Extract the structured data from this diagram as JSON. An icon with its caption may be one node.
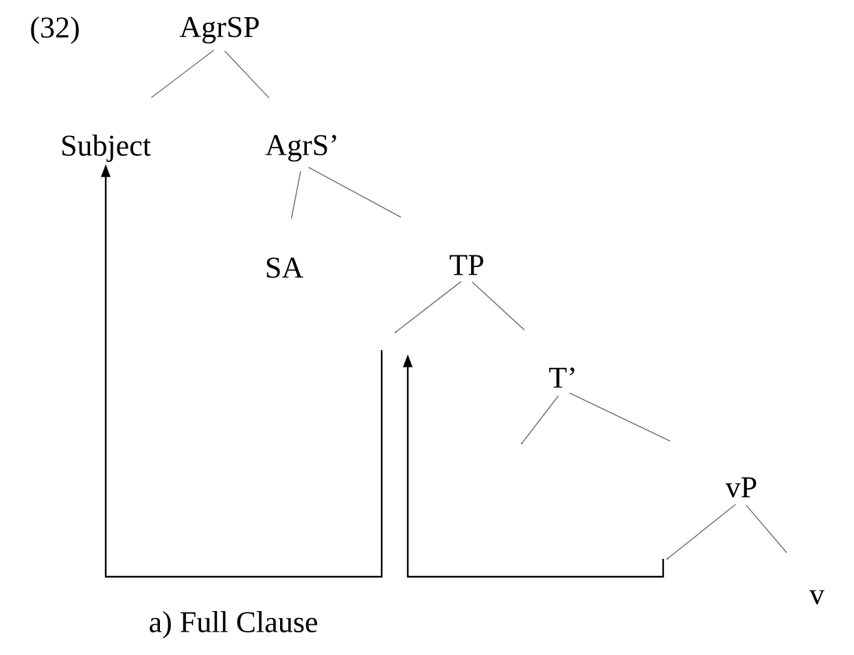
{
  "diagram": {
    "caption": "a)  Full Clause",
    "nodes": [
      {
        "text": [
          "AgrSP"
        ]
      },
      {
        "text": [
          "Subject"
        ]
      },
      {
        "text": [
          "AgrS’"
        ]
      },
      {
        "text": [
          "SA"
        ]
      },
      {
        "text": [
          "TP"
        ]
      },
      {
        "text": [],
        "shape": "point"
      },
      {
        "text": [
          "T’"
        ]
      },
      {
        "text": [],
        "shape": "point"
      },
      {
        "text": [
          "vP"
        ]
      },
      {
        "text": [],
        "shape": "point"
      },
      {
        "text": [
          "v"
        ]
      }
    ],
    "edges": [
      {
        "from": 0,
        "to": 1,
        "arrow": "none"
      },
      {
        "from": 0,
        "to": 2,
        "arrow": "none"
      },
      {
        "from": 2,
        "to": 3,
        "arrow": "none"
      },
      {
        "from": 2,
        "to": 4,
        "arrow": "none"
      },
      {
        "from": 4,
        "to": 5,
        "arrow": "none"
      },
      {
        "from": 4,
        "to": 6,
        "arrow": "none"
      },
      {
        "from": 6,
        "to": 7,
        "arrow": "none"
      },
      {
        "from": 6,
        "to": 8,
        "arrow": "none"
      },
      {
        "from": 8,
        "to": 9,
        "arrow": "none"
      },
      {
        "from": 8,
        "to": 10,
        "arrow": "none"
      },
      {
        "from": 5,
        "to": 1,
        "arrow": "to",
        "color": "#000000"
      },
      {
        "from": 9,
        "to": 5,
        "arrow": "to",
        "color": "#000000"
      }
    ],
    "labels": [
      "(32)"
    ]
  }
}
